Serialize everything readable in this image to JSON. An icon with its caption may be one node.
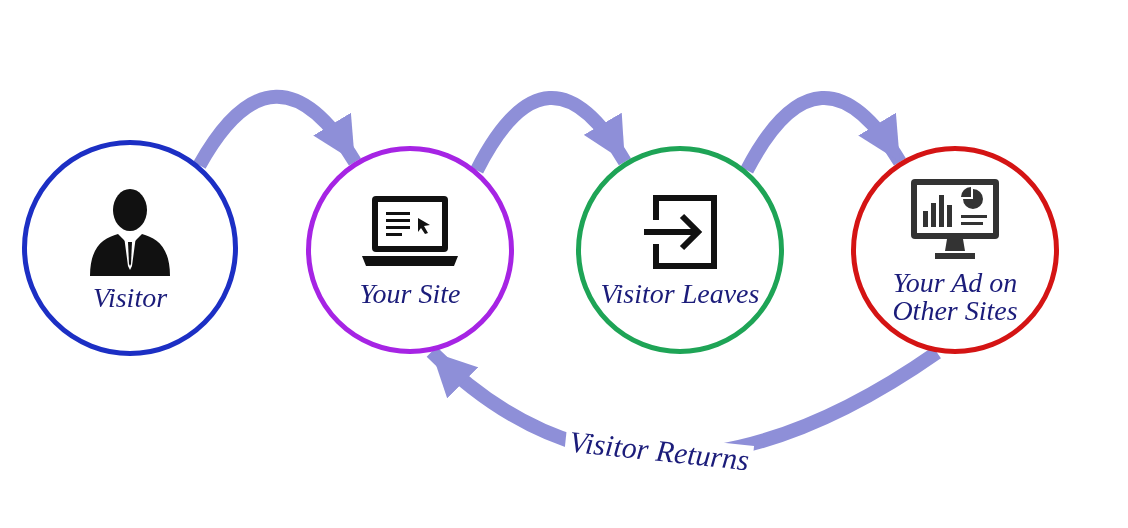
{
  "diagram": {
    "nodes": [
      {
        "text": [
          "Visitor"
        ]
      },
      {
        "text": [
          "Your Site"
        ]
      },
      {
        "text": [
          "Visitor Leaves"
        ]
      },
      {
        "text": [
          "Your Ad on Other Sites"
        ]
      }
    ],
    "edges": [
      {
        "from": 0,
        "to": 1,
        "arrow": "to"
      },
      {
        "from": 1,
        "to": 2,
        "arrow": "to"
      },
      {
        "from": 2,
        "to": 3,
        "arrow": "to"
      },
      {
        "from": 3,
        "to": 1,
        "arrow": "to",
        "label": "Visitor Returns"
      }
    ]
  }
}
